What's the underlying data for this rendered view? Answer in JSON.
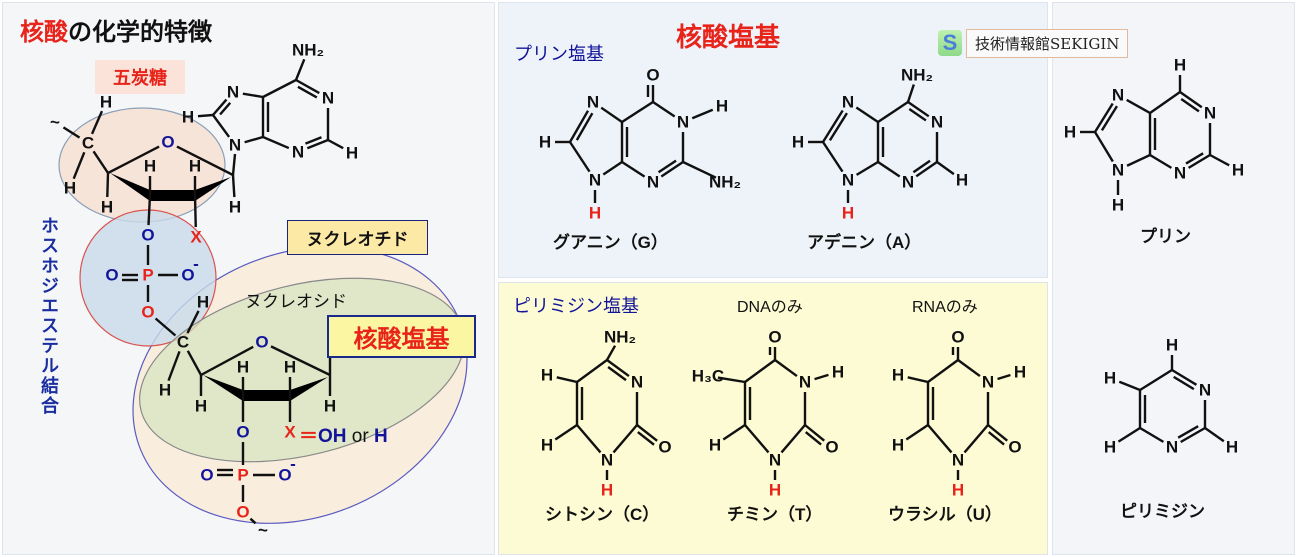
{
  "left": {
    "title_red": "核酸",
    "title_rest": "の化学的特徴",
    "pentose_label": "五炭糖",
    "nucleotide_label": "ヌクレオチド",
    "nucleoside_label": "ヌクレオシド",
    "base_label": "核酸塩基",
    "phosphodiester_label": "ホスホジエステル結合",
    "x_eq": "＝",
    "x_oh": "OH",
    "x_or": "or",
    "x_h": "H"
  },
  "purine_panel": {
    "title": "核酸塩基",
    "section_label": "プリン塩基",
    "guanine_name": "グアニン（G）",
    "adenine_name": "アデニン（A）"
  },
  "pyrimidine_panel": {
    "section_label": "ピリミジン塩基",
    "dna_only": "DNAのみ",
    "rna_only": "RNAのみ",
    "cytosine_name": "シトシン（C）",
    "thymine_name": "チミン（T）",
    "uracil_name": "ウラシル（U）"
  },
  "right_panel": {
    "purine_name": "プリン",
    "pyrimidine_name": "ピリミジン"
  },
  "watermark": {
    "icon_letter": "S",
    "text": "技術情報館SEKIGIN"
  },
  "colors": {
    "red": "#e8231a",
    "blue": "#12149a",
    "black": "#111111"
  },
  "molecules": {
    "backbone": {
      "atoms": {
        "T": "~",
        "C5": "C",
        "H5a": "H",
        "H5b": "H",
        "O4": "O",
        "H3": "H",
        "H2": "H",
        "H4": "H",
        "H1": "H",
        "O3": "O",
        "X": "X",
        "Pd": "O",
        "P": "P",
        "Om": "O",
        "Ob": "O",
        "C5n": "C",
        "H5c": "H",
        "H5d": "H",
        "O4n": "O",
        "H3n": "H",
        "H2n": "H",
        "H4n": "H",
        "H1n": "H",
        "O3n": "O",
        "Xn": "X",
        "Pd2": "O",
        "P2": "P",
        "Om2": "O",
        "Ob2": "O",
        "T2": "~"
      },
      "charge": "-"
    },
    "adenine_nucleotide": {
      "atoms": {
        "NH2": "NH₂",
        "N1": "N",
        "H2": "H",
        "N3": "N",
        "N7": "N",
        "H8": "H",
        "N9": "N"
      }
    },
    "guanine": {
      "atoms": {
        "O": "O",
        "N1": "N",
        "H1": "H",
        "NH2": "NH₂",
        "N3": "N",
        "N7": "N",
        "H8": "H",
        "N9": "N",
        "H9": "H"
      }
    },
    "adenine": {
      "atoms": {
        "NH2": "NH₂",
        "N1": "N",
        "H2": "H",
        "N3": "N",
        "N7": "N",
        "H8": "H",
        "N9": "N",
        "H9": "H"
      }
    },
    "purine": {
      "atoms": {
        "H6": "H",
        "N1": "N",
        "H2": "H",
        "N3": "N",
        "N7": "N",
        "H8": "H",
        "N9": "N",
        "H9": "H"
      }
    },
    "cytosine": {
      "atoms": {
        "NH2": "NH₂",
        "N3": "N",
        "O2": "O",
        "N1": "N",
        "H1": "H",
        "H6": "H",
        "H5": "H"
      }
    },
    "thymine": {
      "atoms": {
        "O4": "O",
        "N3": "N",
        "H3": "H",
        "O2": "O",
        "N1": "N",
        "H1": "H",
        "H6": "H",
        "CH3": "H₃C"
      }
    },
    "uracil": {
      "atoms": {
        "O4": "O",
        "N3": "N",
        "H3": "H",
        "O2": "O",
        "N1": "N",
        "H1": "H",
        "H6": "H",
        "H5": "H"
      }
    },
    "pyrimidine": {
      "atoms": {
        "H4": "H",
        "N3": "N",
        "H2": "H",
        "N1": "N",
        "H6": "H",
        "H5": "H"
      }
    }
  }
}
